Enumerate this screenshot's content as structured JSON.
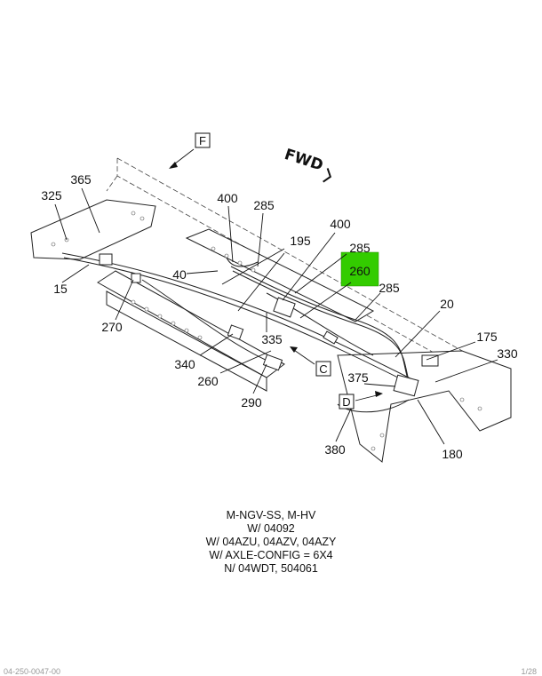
{
  "diagram": {
    "direction_label": "FWD",
    "view_labels": [
      "F",
      "C",
      "D"
    ],
    "callouts": [
      "400",
      "285",
      "365",
      "325",
      "195",
      "400",
      "285",
      "40",
      "15",
      "260",
      "285",
      "270",
      "20",
      "335",
      "175",
      "330",
      "340",
      "375",
      "260",
      "290",
      "380",
      "180"
    ],
    "highlighted_callout": "260",
    "highlight_color": "#33cc00"
  },
  "notes": [
    "M-NGV-SS, M-HV",
    "W/ 04092",
    "W/ 04AZU, 04AZV, 04AZY",
    "W/ AXLE-CONFIG = 6X4",
    "N/ 04WDT, 504061"
  ],
  "footer": {
    "left": "04-250-0047-00",
    "right": "1/28"
  }
}
